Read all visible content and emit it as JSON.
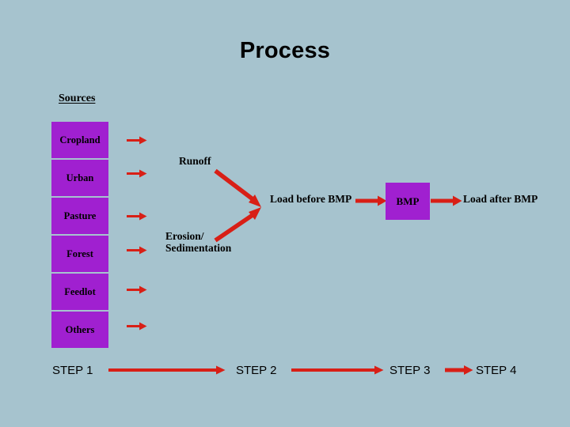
{
  "slide": {
    "title": "Process",
    "background_color": "#a6c3ce",
    "box_color": "#a020d0",
    "arrow_color": "#d81f16",
    "text_color": "#000000"
  },
  "sources": {
    "heading": "Sources",
    "items": [
      {
        "label": "Cropland",
        "arrow_name": "arrow-cropland"
      },
      {
        "label": "Urban",
        "arrow_name": "arrow-urban"
      },
      {
        "label": "Pasture",
        "arrow_name": "arrow-pasture"
      },
      {
        "label": "Forest",
        "arrow_name": "arrow-forest"
      },
      {
        "label": "Feedlot",
        "arrow_name": "arrow-feedlot"
      },
      {
        "label": "Others",
        "arrow_name": "arrow-others"
      }
    ]
  },
  "pathways": {
    "runoff": "Runoff",
    "erosion_line1": "Erosion/",
    "erosion_line2": "Sedimentation"
  },
  "loads": {
    "before": "Load before BMP",
    "bmp": "BMP",
    "after": "Load after BMP"
  },
  "steps": [
    {
      "label": "STEP 1"
    },
    {
      "label": "STEP 2"
    },
    {
      "label": "STEP 3"
    },
    {
      "label": "STEP 4"
    }
  ]
}
